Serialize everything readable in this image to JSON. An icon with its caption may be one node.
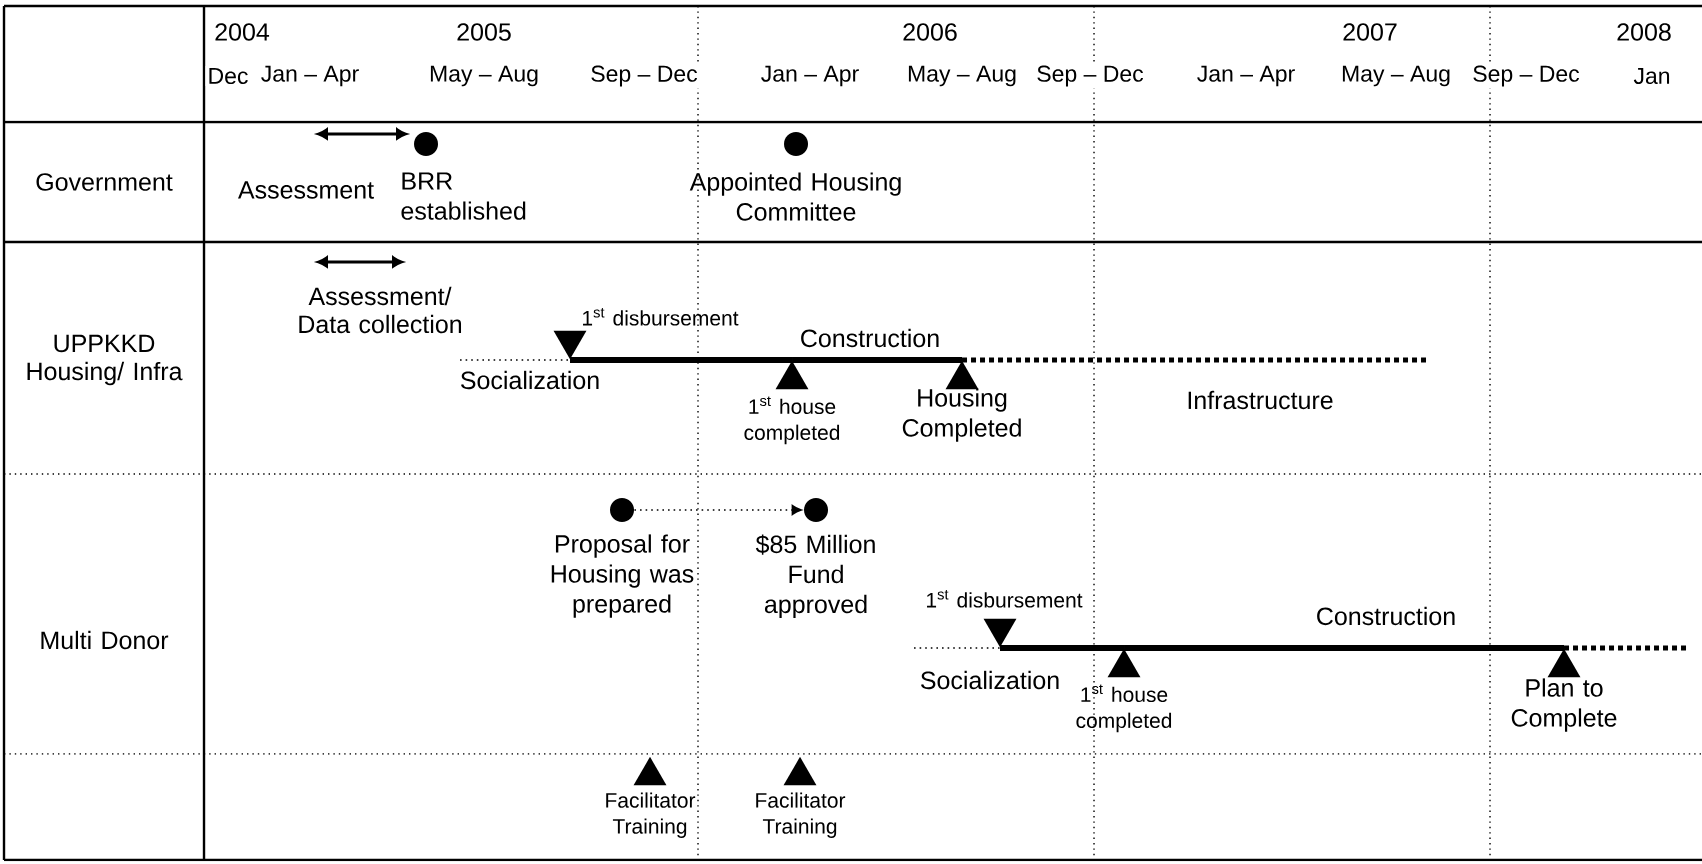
{
  "diagram": {
    "nodes": [
      {
        "text": [
          "BRR established"
        ]
      },
      {
        "text": [
          "Appointed Housing Committee"
        ]
      },
      {
        "text": [
          "1$^{st}$ disbursement"
        ]
      },
      {
        "text": [
          "1$^{st}$ house completed"
        ]
      },
      {
        "text": [
          "Housing Completed"
        ]
      },
      {
        "text": [
          "Proposal for Housing was prepared"
        ]
      },
      {
        "text": [
          "$85 Million Fund approved"
        ]
      },
      {
        "text": [
          "1$^{st}$ disbursement"
        ]
      },
      {
        "text": [
          "1$^{st}$ house completed"
        ]
      },
      {
        "text": [
          "Plan to Complete"
        ]
      },
      {
        "text": [
          "Facilitator Training"
        ]
      },
      {
        "text": [
          "Facilitator Training"
        ]
      }
    ],
    "edges": [
      {
        "from": null,
        "to": 2,
        "arrow": "none",
        "style": "dashed",
        "label": "Socialization"
      },
      {
        "from": 2,
        "to": 3,
        "arrow": "none",
        "label": "Construction"
      },
      {
        "from": 3,
        "to": 4,
        "arrow": "none"
      },
      {
        "from": 4,
        "to": null,
        "arrow": "none",
        "style": "dashed",
        "label": "Infrastructure"
      },
      {
        "from": 5,
        "to": 6,
        "arrow": "to",
        "style": "dashed"
      },
      {
        "from": null,
        "to": 7,
        "arrow": "none",
        "style": "dashed",
        "label": "Socialization"
      },
      {
        "from": 7,
        "to": 8,
        "arrow": "none"
      },
      {
        "from": 8,
        "to": 9,
        "arrow": "none",
        "label": "Construction"
      },
      {
        "from": 9,
        "to": null,
        "arrow": "none",
        "style": "dashed"
      }
    ],
    "labels": [
      "2004",
      "2005",
      "2006",
      "2007",
      "2008",
      "Dec",
      "Jan – Apr",
      "May – Aug",
      "Sep – Dec",
      "Jan – Apr",
      "May – Aug",
      "Sep – Dec",
      "Jan – Apr",
      "May – Aug",
      "Sep – Dec",
      "Jan",
      "Government",
      "Assessment",
      "UPPKKD Housing/ Infra",
      "Assessment/ Data collection",
      "Multi Donor"
    ]
  }
}
